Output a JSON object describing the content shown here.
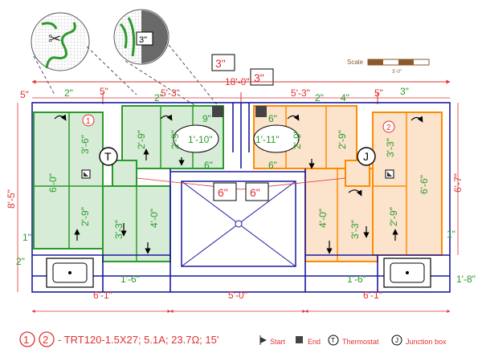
{
  "top_labels": {
    "overall_width": "18'-0\"",
    "box_left": "3\"",
    "box_right": "3\"",
    "scale_label": "Scale",
    "scale_value": "3'-0\""
  },
  "callout_labels": {
    "zoom_gap": "3\""
  },
  "center_labels": {
    "gap_left": "6\"",
    "gap_right": "6\""
  },
  "red_dims": {
    "top_left_gap": "5\"",
    "top_left_mid": "5\"",
    "top_center_left": "5'-3\"",
    "top_center_right": "5'-3\"",
    "top_right_gap": "5\"",
    "left_height": "8'-5\"",
    "right_height": "6'-7\"",
    "bottom_left": "6'-1\"",
    "bottom_center": "5'-0\"",
    "bottom_right": "6'-1\""
  },
  "green_dims": {
    "l_top1": "2\"",
    "l_top2": "2\"",
    "l_36": "3'-6\"",
    "l_60": "6'-0\"",
    "l_29a": "2'-9\"",
    "l_1a": "1\"",
    "l_2a": "2\"",
    "l_33": "3'-3\"",
    "l_40": "4'-0\"",
    "l_29b": "2'-9\"",
    "l_29c": "2'-9\"",
    "l_9": "9\"",
    "l_110": "1'-10\"",
    "l_6a": "6\"",
    "l_16": "1'-6\""
  },
  "orange_dims": {
    "r_top1": "2\"",
    "r_top2": "4\"",
    "r_top3": "3\"",
    "r_6b": "6\"",
    "r_111": "1'-11\"",
    "r_29a": "2'-9\"",
    "r_29b": "2'-9\"",
    "r_6c": "6\"",
    "r_33a": "3'-3\"",
    "r_66": "6'-6\"",
    "r_40": "4'-0\"",
    "r_33b": "3'-3\"",
    "r_29c": "2'-9\"",
    "r_1b": "1\"",
    "r_16": "1'-6\"",
    "r_18": "1'-8\""
  },
  "markers": {
    "one": "1",
    "two": "2",
    "thermostat": "T",
    "junction": "J"
  },
  "legend": {
    "num1": "1",
    "num2": "2",
    "spec": "- TRT120-1.5X27; 5.1A; 23.7Ω; 15'",
    "start": "Start",
    "end": "End",
    "thermostat_symbol": "T",
    "thermostat": "Thermostat",
    "junction_symbol": "J",
    "junction": "Junction box"
  },
  "colors": {
    "wall": "#1a1aa0",
    "dimension": "#e03030",
    "heat_left": "#2a9a2a",
    "heat_left_fill": "#d7ecd7",
    "heat_right": "#ff8c00",
    "heat_right_fill": "#fbe3cc",
    "scale_bar": "#8b5a2b"
  }
}
